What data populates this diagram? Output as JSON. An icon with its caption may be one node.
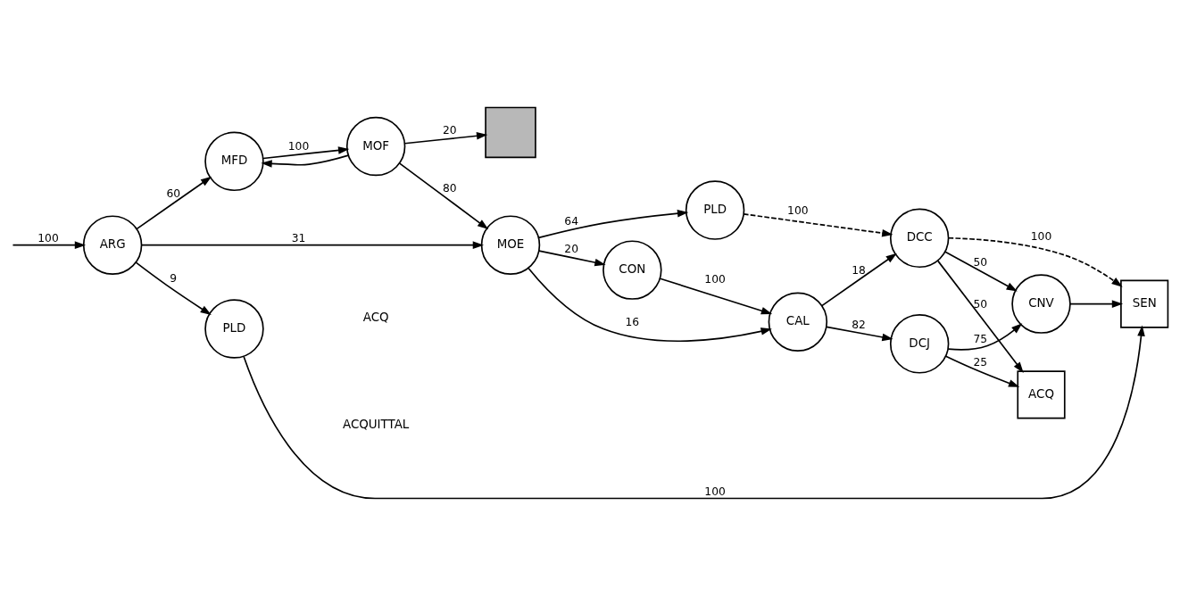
{
  "diagram": {
    "nodes": [
      {
        "text": [
          "ARG"
        ]
      },
      {
        "text": [
          "MFD"
        ]
      },
      {
        "text": [
          "MOF"
        ]
      },
      {
        "text": [],
        "shape": "box"
      },
      {
        "text": [
          "MOE"
        ]
      },
      {
        "text": [
          "CON"
        ]
      },
      {
        "text": [
          "CAL"
        ]
      },
      {
        "text": [
          "DCJ"
        ]
      },
      {
        "text": [
          "ACQ"
        ]
      },
      {
        "text": [
          "CNV"
        ]
      },
      {
        "text": [
          "PLD"
        ]
      },
      {
        "text": [
          "DCC"
        ]
      },
      {
        "text": [
          "SEN"
        ]
      },
      {
        "text": [
          "PLD"
        ]
      }
    ],
    "edges": [
      {
        "from": null,
        "to": 0,
        "arrow": "to",
        "label": "100"
      },
      {
        "from": 0,
        "to": 1,
        "arrow": "to",
        "label": "60"
      },
      {
        "from": 1,
        "to": 2,
        "arrow": "to",
        "label": "100"
      },
      {
        "from": 2,
        "to": 1,
        "arrow": "to"
      },
      {
        "from": 2,
        "to": 3,
        "arrow": "to",
        "label": "20"
      },
      {
        "from": 2,
        "to": 4,
        "arrow": "to",
        "label": "80"
      },
      {
        "from": 0,
        "to": 4,
        "arrow": "to",
        "label": "31"
      },
      {
        "from": 0,
        "to": 13,
        "arrow": "to",
        "label": "9"
      },
      {
        "from": 4,
        "to": 5,
        "arrow": "to",
        "label": "20"
      },
      {
        "from": 4,
        "to": 6,
        "arrow": "to",
        "label": "16"
      },
      {
        "from": 4,
        "to": 10,
        "arrow": "to",
        "label": "64"
      },
      {
        "from": 5,
        "to": 6,
        "arrow": "to",
        "label": "100"
      },
      {
        "from": 6,
        "to": 7,
        "arrow": "to",
        "label": "82"
      },
      {
        "from": 6,
        "to": 11,
        "arrow": "to",
        "label": "18"
      },
      {
        "from": 7,
        "to": 8,
        "arrow": "to",
        "label": "25"
      },
      {
        "from": 7,
        "to": 9,
        "arrow": "to",
        "label": "75"
      },
      {
        "from": 11,
        "to": 8,
        "arrow": "to",
        "label": "50"
      },
      {
        "from": 11,
        "to": 9,
        "arrow": "to",
        "label": "50"
      },
      {
        "from": 10,
        "to": 11,
        "arrow": "to",
        "label": "100",
        "style": "dashed"
      },
      {
        "from": 11,
        "to": 12,
        "arrow": "to",
        "label": "100",
        "style": "dashed"
      },
      {
        "from": 9,
        "to": 12,
        "arrow": "to"
      },
      {
        "from": 13,
        "to": 12,
        "arrow": "to",
        "label": "100"
      }
    ],
    "labels": [
      "ACQ",
      "ACQUITTAL"
    ]
  }
}
